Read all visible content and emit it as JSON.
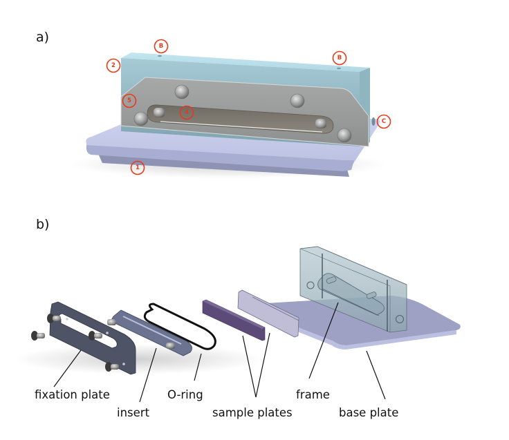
{
  "figure": {
    "panels": [
      {
        "id": "a",
        "label": "a)",
        "description": "Assembled sample holder",
        "callouts": [
          {
            "id": "B-left",
            "text": "B"
          },
          {
            "id": "B-right",
            "text": "B"
          },
          {
            "id": "2",
            "text": "2"
          },
          {
            "id": "5",
            "text": "5"
          },
          {
            "id": "4",
            "text": "4"
          },
          {
            "id": "C",
            "text": "C"
          },
          {
            "id": "1",
            "text": "1"
          }
        ]
      },
      {
        "id": "b",
        "label": "b)",
        "description": "Exploded view",
        "labels": [
          {
            "id": "fixation-plate",
            "text": "fixation plate"
          },
          {
            "id": "insert",
            "text": "insert"
          },
          {
            "id": "o-ring",
            "text": "O-ring"
          },
          {
            "id": "sample-plates",
            "text": "sample plates"
          },
          {
            "id": "frame",
            "text": "frame"
          },
          {
            "id": "base-plate",
            "text": "base plate"
          }
        ]
      }
    ],
    "colors": {
      "callout_red": "#e8381a",
      "frame_blue": "#a9cdd8",
      "fixation_gray": "#9a9c9c",
      "base_plate_lavender": "#c2c6e4",
      "fixation_plate_dark": "#4e5365",
      "sample_plate_purple": "#5c4a78",
      "text": "#111111"
    }
  }
}
